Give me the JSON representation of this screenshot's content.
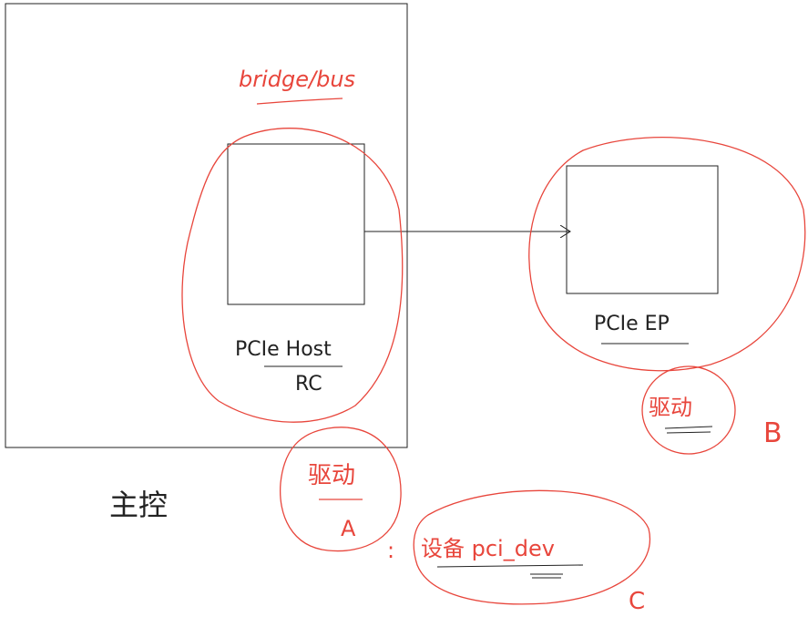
{
  "colors": {
    "ink": "#222222",
    "annotation": "#e8463c",
    "background": "#ffffff"
  },
  "labels": {
    "bridge_bus": "bridge/bus",
    "host_line1": "PCIe Host",
    "host_line2": "RC",
    "host_controller": "主控",
    "endpoint": "PCIe EP",
    "driver_a": "驱动",
    "mark_a": "A",
    "driver_b": "驱动",
    "mark_b": "B",
    "colon": ":",
    "pci_dev": "设备 pci_dev",
    "mark_c": "C"
  },
  "nodes": [
    {
      "id": "host-system",
      "shape": "rect",
      "label": "主控"
    },
    {
      "id": "root-complex",
      "shape": "rect",
      "label": "PCIe Host RC"
    },
    {
      "id": "endpoint",
      "shape": "rect",
      "label": "PCIe EP"
    }
  ],
  "edges": [
    {
      "from": "root-complex",
      "to": "endpoint",
      "style": "arrow"
    }
  ]
}
